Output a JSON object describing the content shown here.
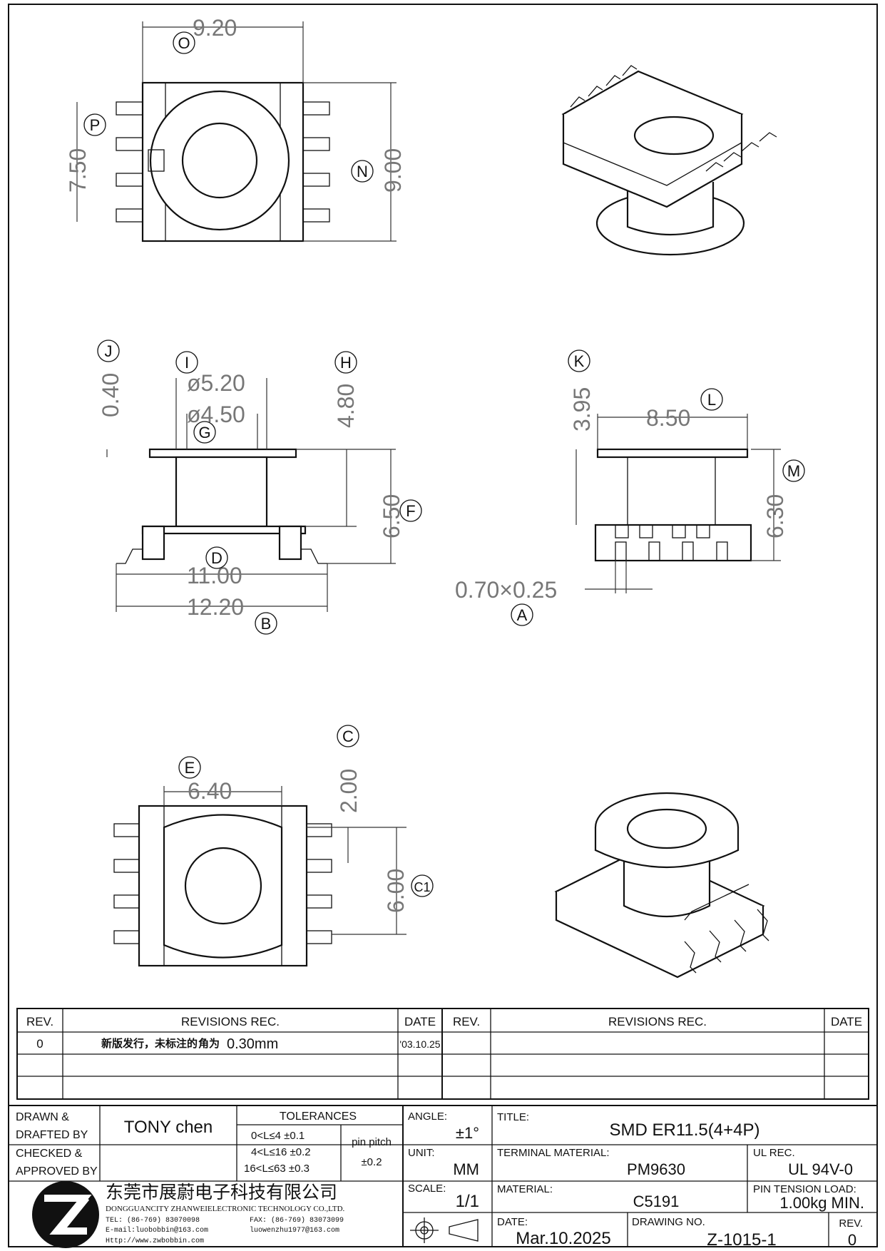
{
  "dimensions": {
    "O": "9.20",
    "P": "7.50",
    "N": "9.00",
    "J": "0.40",
    "I": "ø5.20",
    "G": "ø4.50",
    "H": "4.80",
    "F": "6.50",
    "D": "11.00",
    "B": "12.20",
    "K": "3.95",
    "L": "8.50",
    "M": "6.30",
    "A": "0.70×0.25",
    "E": "6.40",
    "C": "2.00",
    "C1": "6.00"
  },
  "labels": [
    "O",
    "P",
    "N",
    "J",
    "I",
    "G",
    "H",
    "F",
    "D",
    "B",
    "K",
    "L",
    "M",
    "A",
    "E",
    "C",
    "C1"
  ],
  "revisions": {
    "headers": {
      "rev": "REV.",
      "rec": "REVISIONS   REC.",
      "date": "DATE"
    },
    "rows": [
      {
        "rev": "0",
        "note": "新版发行，未标注的",
        "note2": "角为",
        "value": "0.30mm",
        "date": "'03.10.25"
      }
    ]
  },
  "title_block": {
    "drawn_label1": "DRAWN &",
    "drawn_label2": "DRAFTED BY",
    "drawn_by": "TONY chen",
    "checked_label1": "CHECKED &",
    "checked_label2": "APPROVED BY",
    "tolerances_label": "TOLERANCES",
    "tol1": "0<L≤4   ±0.1",
    "tol2": "4<L≤16  ±0.2",
    "tol3": "16<L≤63  ±0.3",
    "pin_pitch_label": "pin pitch",
    "pin_pitch": "±0.2",
    "angle_label": "ANGLE:",
    "angle": "±1°",
    "unit_label": "UNIT:",
    "unit": "MM",
    "scale_label": "SCALE:",
    "scale": "1/1",
    "title_label": "TITLE:",
    "title": "SMD ER11.5(4+4P)",
    "terminal_label": "TERMINAL MATERIAL:",
    "terminal": "PM9630",
    "ul_label": "UL REC.",
    "ul": "UL 94V-0",
    "material_label": "MATERIAL:",
    "material": "C5191",
    "pin_tension_label": "PIN TENSION LOAD:",
    "pin_tension": "1.00kg MIN.",
    "date_label": "DATE:",
    "date": "Mar.10.2025",
    "drawing_no_label": "DRAWING NO.",
    "drawing_no": "Z-1015-1",
    "rev_label": "REV.",
    "rev": "0"
  },
  "company": {
    "name_cn": "东莞市展蔚电子科技有限公司",
    "name_en": "DONGGUANCITY ZHANWEIELECTRONIC TECHNOLOGY CO.,LTD.",
    "tel": "TEL: (86-769) 83070098",
    "fax": "FAX: (86-769) 83073099",
    "email1": "E-mail:luobobbin@163.com",
    "email2": "luowenzhu1977@163.com",
    "web": "Http://www.zwbobbin.com"
  }
}
